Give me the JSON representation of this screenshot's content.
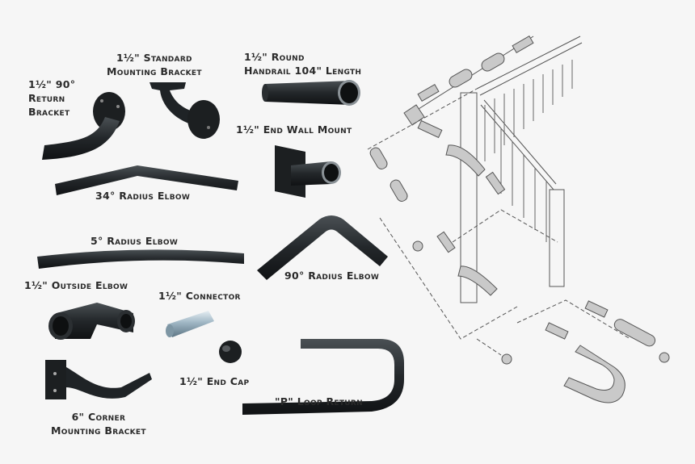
{
  "title": "Handrail components and exploded assembly diagram",
  "products": [
    {
      "id": "return-bracket",
      "lines": [
        "1½\" 90°",
        "Return",
        "Bracket"
      ]
    },
    {
      "id": "standard-mounting-bracket",
      "lines": [
        "1½\" Standard",
        "Mounting Bracket"
      ]
    },
    {
      "id": "round-handrail",
      "lines": [
        "1½\" Round",
        "Handrail 104\" Length"
      ]
    },
    {
      "id": "end-wall-mount",
      "lines": [
        "1½\" End Wall Mount"
      ]
    },
    {
      "id": "radius-elbow-34",
      "lines": [
        "34° Radius Elbow"
      ]
    },
    {
      "id": "radius-elbow-5",
      "lines": [
        "5° Radius Elbow"
      ]
    },
    {
      "id": "radius-elbow-90",
      "lines": [
        "90° Radius Elbow"
      ]
    },
    {
      "id": "outside-elbow",
      "lines": [
        "1½\" Outside Elbow"
      ]
    },
    {
      "id": "connector",
      "lines": [
        "1½\" Connector"
      ]
    },
    {
      "id": "end-cap",
      "lines": [
        "1½\" End Cap"
      ]
    },
    {
      "id": "corner-mounting-bracket",
      "lines": [
        "6\" Corner",
        "Mounting Bracket"
      ]
    },
    {
      "id": "p-loop-return",
      "lines": [
        "\"P\" Loop Return"
      ]
    }
  ],
  "colors": {
    "background": "#f6f6f6",
    "part": "#1f2326",
    "label": "#2a2a2a",
    "diagram_line": "#555555",
    "diagram_fill": "#c9c9c9"
  }
}
